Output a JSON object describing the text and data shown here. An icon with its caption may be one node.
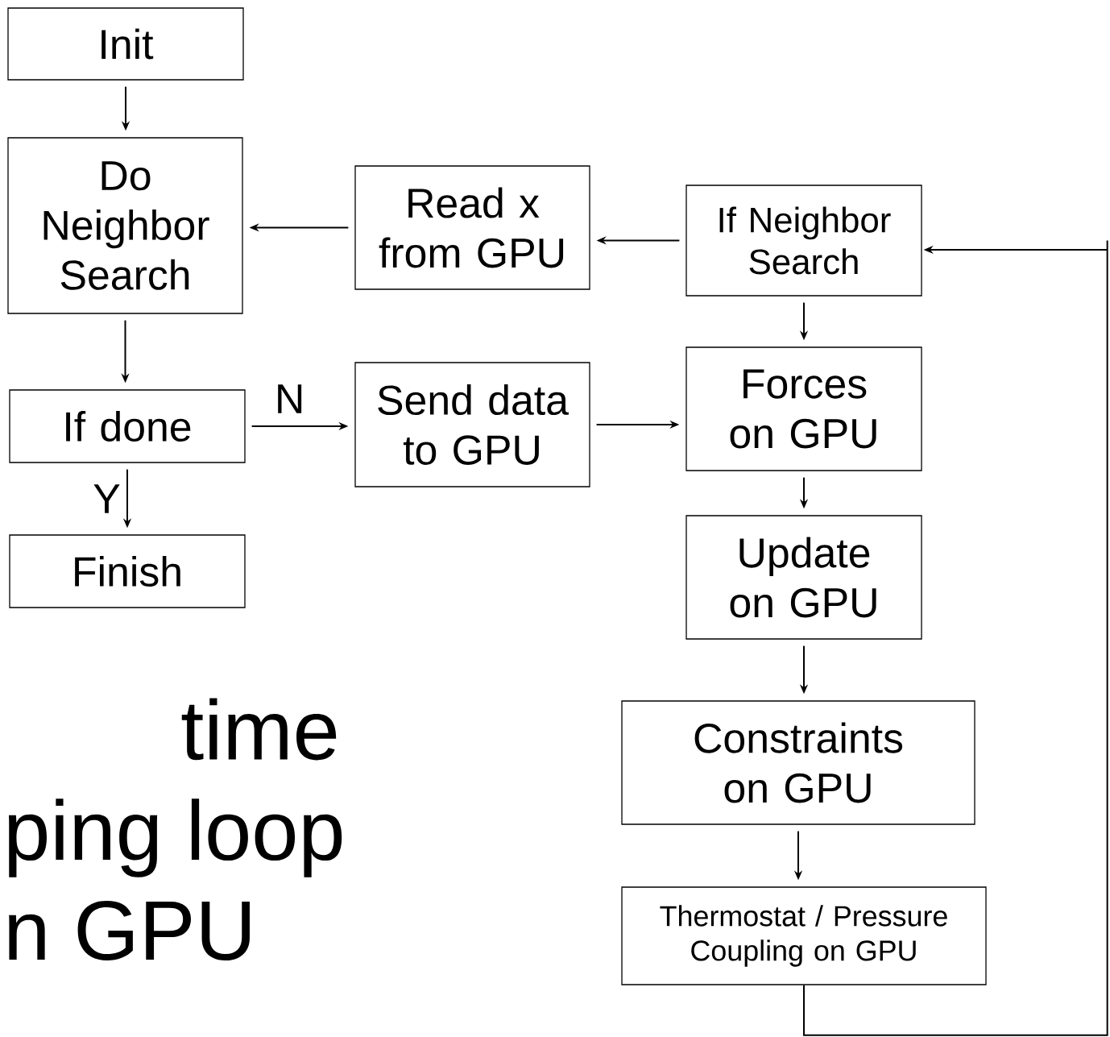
{
  "diagram": {
    "nodes": [
      {
        "text": [
          "Init"
        ]
      },
      {
        "text": [
          "Do Neighbor Search"
        ]
      },
      {
        "text": [
          "If done"
        ]
      },
      {
        "text": [
          "Finish"
        ]
      },
      {
        "text": [
          "Read x from GPU"
        ]
      },
      {
        "text": [
          "Send data to GPU"
        ]
      },
      {
        "text": [
          "If Neighbor Search"
        ]
      },
      {
        "text": [
          "Forces on GPU"
        ]
      },
      {
        "text": [
          "Update on GPU"
        ]
      },
      {
        "text": [
          "Constraints on GPU"
        ]
      },
      {
        "text": [
          "Thermostat / Pressure Coupling on GPU"
        ]
      }
    ],
    "edges": [
      {
        "from": 0,
        "to": 1,
        "arrow": "to"
      },
      {
        "from": 1,
        "to": 2,
        "arrow": "to"
      },
      {
        "from": 2,
        "to": 3,
        "arrow": "to",
        "label": "Y"
      },
      {
        "from": 2,
        "to": 5,
        "arrow": "to",
        "label": "N"
      },
      {
        "from": 5,
        "to": 7,
        "arrow": "to"
      },
      {
        "from": 6,
        "to": 4,
        "arrow": "to"
      },
      {
        "from": 4,
        "to": 1,
        "arrow": "to"
      },
      {
        "from": 6,
        "to": 7,
        "arrow": "to"
      },
      {
        "from": 7,
        "to": 8,
        "arrow": "to"
      },
      {
        "from": 8,
        "to": 9,
        "arrow": "to"
      },
      {
        "from": 9,
        "to": 10,
        "arrow": "to"
      },
      {
        "from": 10,
        "to": 6,
        "arrow": "to"
      }
    ],
    "labels": [
      "time",
      "ping loop",
      "n GPU"
    ]
  }
}
